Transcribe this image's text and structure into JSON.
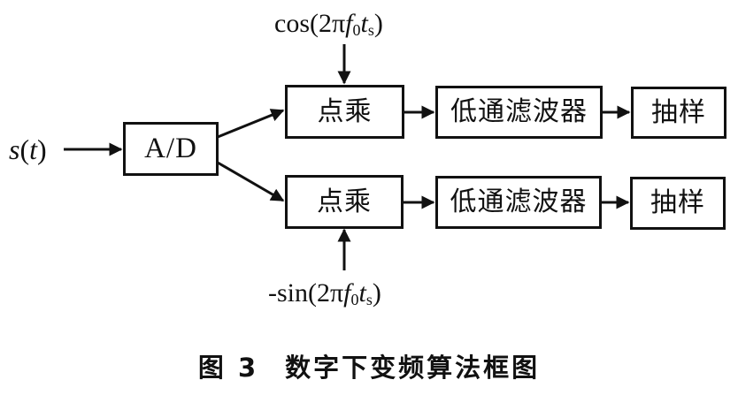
{
  "diagram": {
    "input_label": {
      "func": "s",
      "arg": "t"
    },
    "ad_block": "A/D",
    "mult_top": "点乘",
    "mult_bottom": "点乘",
    "lpf_top": "低通滤波器",
    "lpf_bottom": "低通滤波器",
    "sample_top": "抽样",
    "sample_bottom": "抽样",
    "cos_input": {
      "prefix": "cos(2",
      "pi": "π",
      "f": "f",
      "f_sub": "0",
      "t": "t",
      "t_sub": "s",
      "suffix": ")"
    },
    "sin_input": {
      "prefix": "-sin(2",
      "pi": "π",
      "f": "f",
      "f_sub": "0",
      "t": "t",
      "t_sub": "s",
      "suffix": ")"
    }
  },
  "caption": {
    "figure_number": "图 3",
    "title": "数字下变频算法框图"
  },
  "colors": {
    "stroke": "#111111",
    "background": "#ffffff"
  }
}
